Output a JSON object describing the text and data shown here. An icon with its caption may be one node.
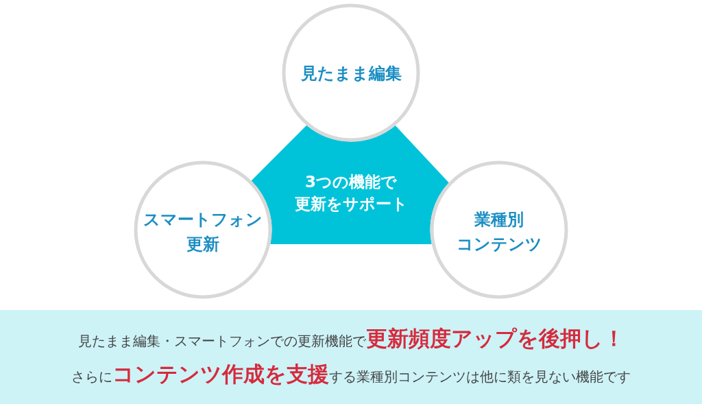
{
  "diagram": {
    "nodes": [
      {
        "text": [
          "見たまま編集"
        ]
      },
      {
        "text": [
          "3つの機能で更新をサポート"
        ]
      },
      {
        "text": [
          "スマートフォン更新"
        ]
      },
      {
        "text": [
          "業種別コンテンツ"
        ]
      },
      {
        "text": [
          "見たまま編集・スマートフォンでの更新機能で**更新頻度アップを後押し！**",
          "さらに**コンテンツ作成を支援**する業種別コンテンツは他に類を見ない機能です"
        ]
      }
    ]
  }
}
